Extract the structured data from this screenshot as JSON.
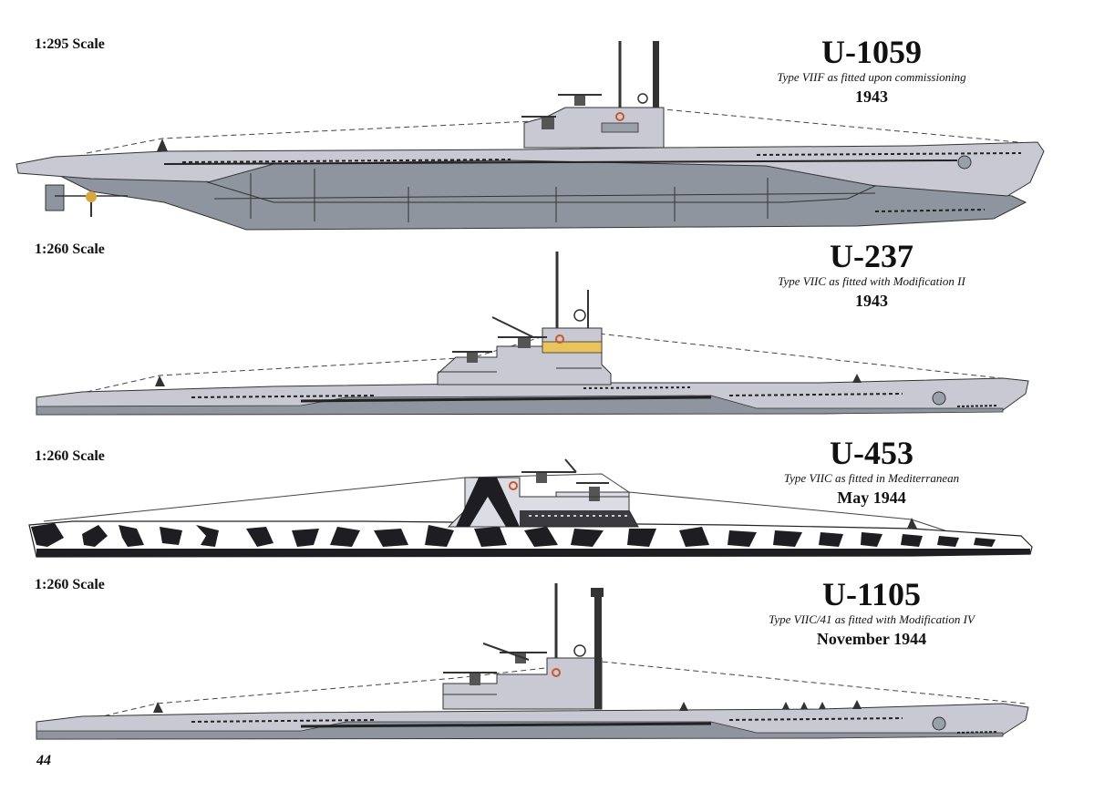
{
  "page_number": "44",
  "colors": {
    "hull_light": "#c9c9d3",
    "hull_dark": "#8e959f",
    "hull_upper": "#dcdce4",
    "outline": "#333333",
    "camo_dark": "#1d1d22",
    "camo_light": "#ffffff",
    "accent_yellow": "#e8c45a",
    "emblem_orange": "#c8572e"
  },
  "boats": [
    {
      "scale": "1:295 Scale",
      "name": "U-1059",
      "description": "Type VIIF as fitted upon commissioning",
      "date": "1943",
      "scheme": "grey"
    },
    {
      "scale": "1:260 Scale",
      "name": "U-237",
      "description": "Type VIIC as fitted with Modification II",
      "date": "1943",
      "scheme": "grey"
    },
    {
      "scale": "1:260 Scale",
      "name": "U-453",
      "description": "Type VIIC as fitted in Mediterranean",
      "date": "May 1944",
      "scheme": "camouflage"
    },
    {
      "scale": "1:260 Scale",
      "name": "U-1105",
      "description": "Type VIIC/41 as fitted with Modification IV",
      "date": "November 1944",
      "scheme": "grey"
    }
  ]
}
